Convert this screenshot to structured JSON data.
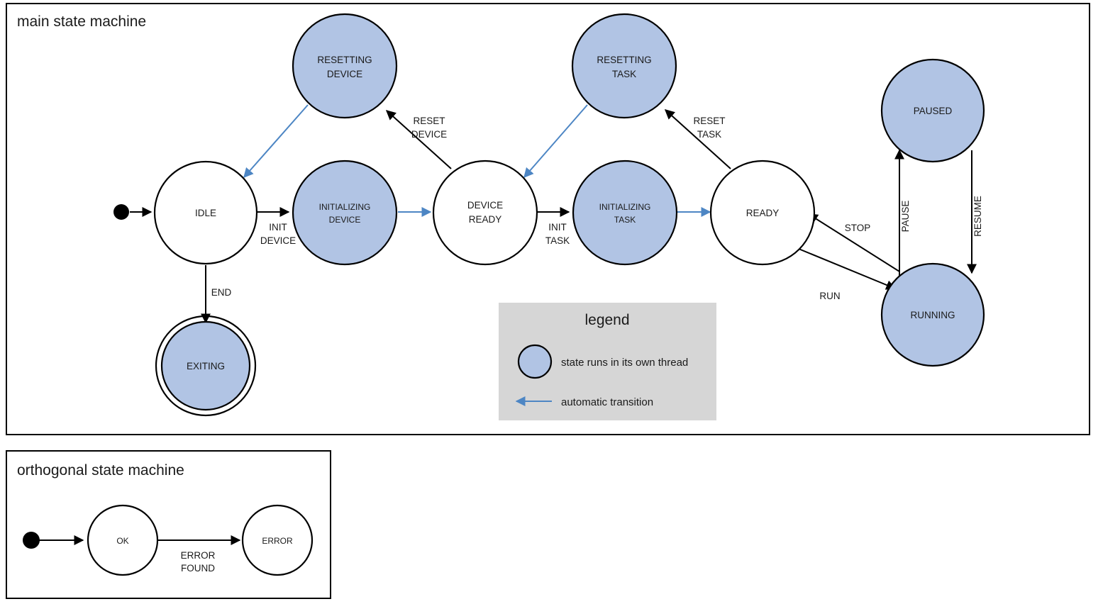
{
  "diagram": {
    "type": "state-machine",
    "colors": {
      "threaded_state_fill": "#b1c4e4",
      "plain_state_fill": "#ffffff",
      "stroke": "#000000",
      "auto_transition": "#4d86c4",
      "legend_background": "#d6d6d6",
      "page_background": "#ffffff"
    }
  },
  "main": {
    "title": "main state machine",
    "states": [
      {
        "id": "idle",
        "label_line1": "IDLE",
        "label_line2": "",
        "threaded": false,
        "final": false
      },
      {
        "id": "initializing-device",
        "label_line1": "INITIALIZING",
        "label_line2": "DEVICE",
        "threaded": true,
        "final": false
      },
      {
        "id": "device-ready",
        "label_line1": "DEVICE",
        "label_line2": "READY",
        "threaded": false,
        "final": false
      },
      {
        "id": "initializing-task",
        "label_line1": "INITIALIZING",
        "label_line2": "TASK",
        "threaded": true,
        "final": false
      },
      {
        "id": "ready",
        "label_line1": "READY",
        "label_line2": "",
        "threaded": false,
        "final": false
      },
      {
        "id": "resetting-device",
        "label_line1": "RESETTING",
        "label_line2": "DEVICE",
        "threaded": true,
        "final": false
      },
      {
        "id": "resetting-task",
        "label_line1": "RESETTING",
        "label_line2": "TASK",
        "threaded": true,
        "final": false
      },
      {
        "id": "paused",
        "label_line1": "PAUSED",
        "label_line2": "",
        "threaded": true,
        "final": false
      },
      {
        "id": "running",
        "label_line1": "RUNNING",
        "label_line2": "",
        "threaded": true,
        "final": false
      },
      {
        "id": "exiting",
        "label_line1": "EXITING",
        "label_line2": "",
        "threaded": true,
        "final": true
      }
    ],
    "transitions": [
      {
        "id": "start-idle",
        "from": "initial",
        "to": "idle",
        "label_line1": "",
        "label_line2": "",
        "automatic": false
      },
      {
        "id": "idle-init-device",
        "from": "idle",
        "to": "initializing-device",
        "label_line1": "INIT",
        "label_line2": "DEVICE",
        "automatic": false
      },
      {
        "id": "initdev-devready",
        "from": "initializing-device",
        "to": "device-ready",
        "label_line1": "",
        "label_line2": "",
        "automatic": true
      },
      {
        "id": "devready-init-task",
        "from": "device-ready",
        "to": "initializing-task",
        "label_line1": "INIT",
        "label_line2": "TASK",
        "automatic": false
      },
      {
        "id": "inittask-ready",
        "from": "initializing-task",
        "to": "ready",
        "label_line1": "",
        "label_line2": "",
        "automatic": true
      },
      {
        "id": "devready-resetdev",
        "from": "device-ready",
        "to": "resetting-device",
        "label_line1": "RESET",
        "label_line2": "DEVICE",
        "automatic": false
      },
      {
        "id": "resetdev-idle",
        "from": "resetting-device",
        "to": "idle",
        "label_line1": "",
        "label_line2": "",
        "automatic": true
      },
      {
        "id": "ready-resettask",
        "from": "ready",
        "to": "resetting-task",
        "label_line1": "RESET",
        "label_line2": "TASK",
        "automatic": false
      },
      {
        "id": "resettask-devready",
        "from": "resetting-task",
        "to": "device-ready",
        "label_line1": "",
        "label_line2": "",
        "automatic": true
      },
      {
        "id": "ready-run",
        "from": "ready",
        "to": "running",
        "label_line1": "RUN",
        "label_line2": "",
        "automatic": false
      },
      {
        "id": "running-stop",
        "from": "running",
        "to": "ready",
        "label_line1": "STOP",
        "label_line2": "",
        "automatic": false
      },
      {
        "id": "running-pause",
        "from": "running",
        "to": "paused",
        "label_line1": "PAUSE",
        "label_line2": "",
        "automatic": false
      },
      {
        "id": "paused-resume",
        "from": "paused",
        "to": "running",
        "label_line1": "RESUME",
        "label_line2": "",
        "automatic": false
      },
      {
        "id": "idle-end",
        "from": "idle",
        "to": "exiting",
        "label_line1": "END",
        "label_line2": "",
        "automatic": false
      }
    ]
  },
  "legend": {
    "title": "legend",
    "items": [
      {
        "id": "threaded-state",
        "symbol": "filled-circle",
        "text": "state runs in its own thread"
      },
      {
        "id": "automatic-transition",
        "symbol": "blue-arrow-left",
        "text": "automatic transition"
      }
    ]
  },
  "orthogonal": {
    "title": "orthogonal state machine",
    "states": [
      {
        "id": "ok",
        "label_line1": "OK",
        "label_line2": "",
        "threaded": false,
        "final": false
      },
      {
        "id": "error",
        "label_line1": "ERROR",
        "label_line2": "",
        "threaded": false,
        "final": false
      }
    ],
    "transitions": [
      {
        "id": "start-ok",
        "from": "initial",
        "to": "ok",
        "label_line1": "",
        "label_line2": "",
        "automatic": false
      },
      {
        "id": "ok-to-error",
        "from": "ok",
        "to": "error",
        "label_line1": "ERROR",
        "label_line2": "FOUND",
        "automatic": false
      }
    ]
  }
}
